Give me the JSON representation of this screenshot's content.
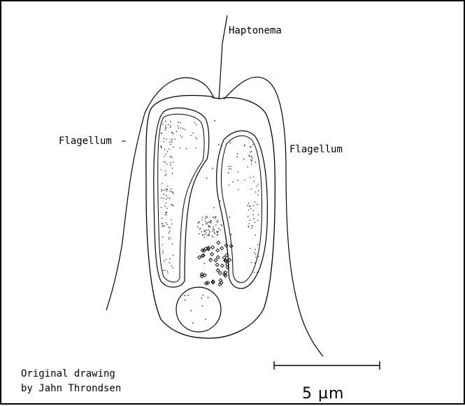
{
  "labels": {
    "haptonema": "Haptonema",
    "flagellum_left": "Flagellum",
    "flagellum_right": "Flagellum"
  },
  "credit": {
    "line1": "Original drawing",
    "line2": "by Jahn Throndsen"
  },
  "scale_bar": {
    "label": "5 µm"
  },
  "colors": {
    "ink": "#000000",
    "paper": "#ffffff"
  }
}
